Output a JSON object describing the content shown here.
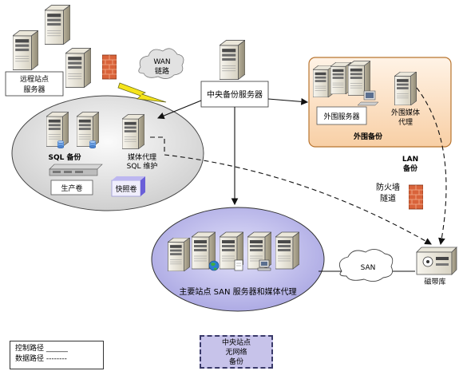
{
  "remote_site": {
    "line1": "远程站点",
    "line2": "服务器"
  },
  "wan": {
    "line1": "WAN",
    "line2": "链路"
  },
  "central_server": {
    "label": "中央备份服务器"
  },
  "perimeter": {
    "title": "外围备份",
    "server_label": "外围服务器",
    "media_agent_line1": "外围媒体",
    "media_agent_line2": "代理"
  },
  "sql_site": {
    "sql_backup": "SQL 备份",
    "media_agent_line1": "媒体代理",
    "media_agent_line2": "SQL 维护",
    "production_volume": "生产卷",
    "snapshot_volume": "快照卷"
  },
  "lan_backup": {
    "line1": "LAN",
    "line2": "备份"
  },
  "firewall_tunnel": {
    "line1": "防火墙",
    "line2": "隧道"
  },
  "san": {
    "cloud_label": "SAN",
    "main_label": "主要站点 SAN 服务器和媒体代理"
  },
  "tape_library": {
    "label": "磁带库"
  },
  "legend": {
    "control_path": "控制路径 ______",
    "data_path": "数据路径 --------"
  },
  "offsite": {
    "line1": "中央站点",
    "line2": "无网络",
    "line3": "备份"
  },
  "colors": {
    "perimeter_fill": "#fde3c6",
    "san_ellipse_fill": "#c2c0ee",
    "sql_ellipse_fill": "#e6e6e6",
    "offsite_fill": "#c7c3ea",
    "firewall": "#d9633a",
    "lightning": "#f5e41a"
  }
}
